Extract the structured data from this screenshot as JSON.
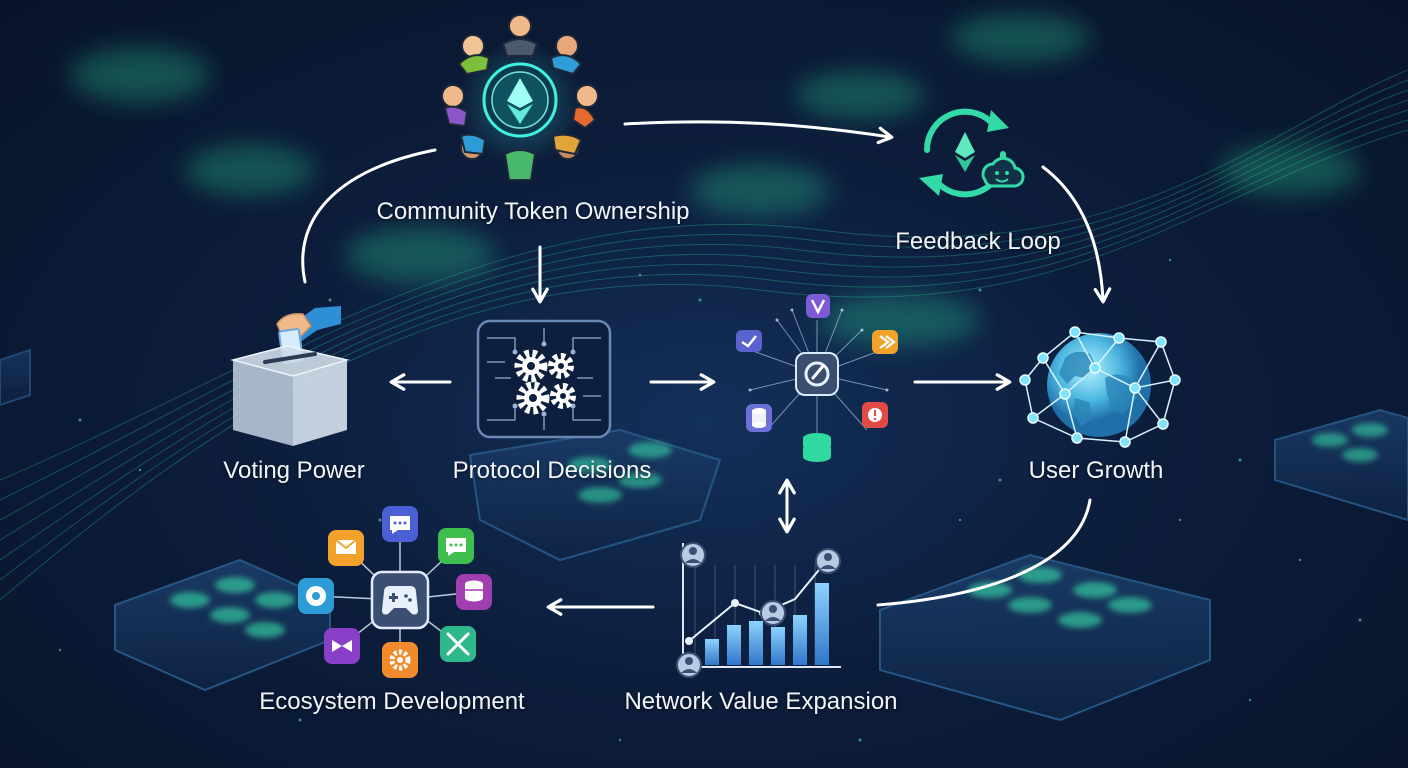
{
  "nodes": {
    "community_token_ownership": "Community Token Ownership",
    "feedback_loop": "Feedback Loop",
    "voting_power": "Voting Power",
    "protocol_decisions": "Protocol Decisions",
    "user_growth": "User Growth",
    "ecosystem_development": "Ecosystem Development",
    "network_value_expansion": "Network Value Expansion"
  },
  "colors": {
    "background": "#0b1a33",
    "accent_green": "#2ee6a0",
    "arrow": "#ffffff",
    "label_text": "#f2f6fb"
  }
}
